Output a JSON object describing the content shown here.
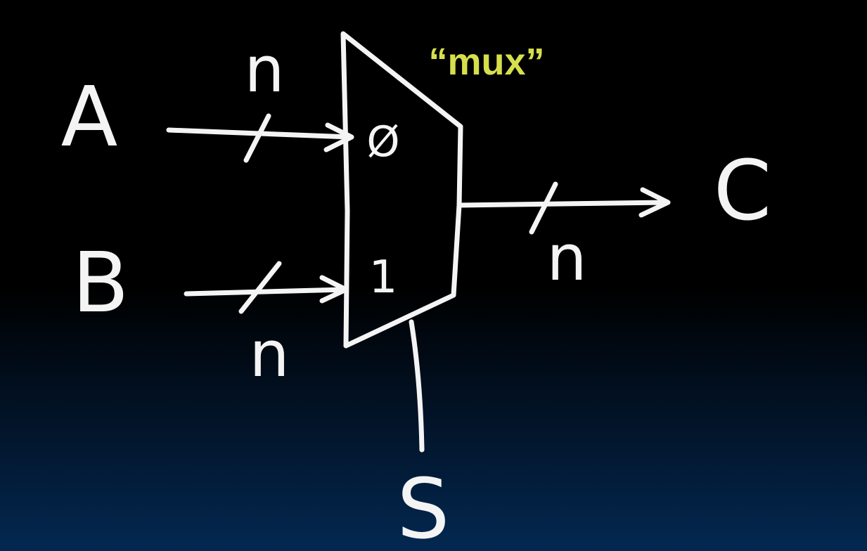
{
  "title": "“mux”",
  "colors": {
    "title": "#d6df4c",
    "strokes": "#f4f4f4",
    "background_top": "#000000",
    "background_bottom": "#032851"
  },
  "inputs": {
    "a": {
      "label": "A",
      "width_label": "n"
    },
    "b": {
      "label": "B",
      "width_label": "n"
    }
  },
  "output": {
    "label": "C",
    "width_label": "n"
  },
  "select": {
    "label": "S"
  },
  "mux_ports": {
    "port0": "Ø",
    "port1": "1"
  }
}
